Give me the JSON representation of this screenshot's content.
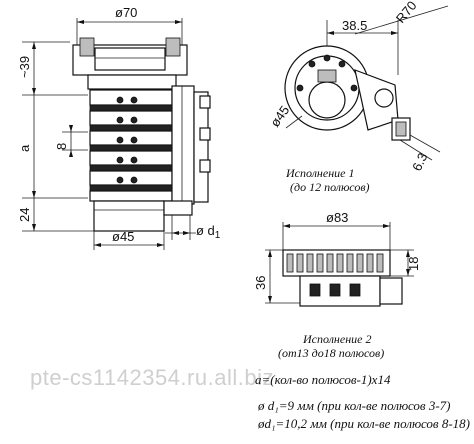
{
  "dims": {
    "top_width": "ø70",
    "height_top": "~39",
    "pitch": "a",
    "ring": "8",
    "bottom": "24",
    "shaft": "ø45",
    "wire": "ø d",
    "wire_sub": "1",
    "side_hole": "ø45",
    "offset": "38.5",
    "radius": "R70",
    "slot": "6.3",
    "v2_width": "ø83",
    "v2_height": "36",
    "v2_ring": "18"
  },
  "captions": {
    "v1_line1": "Исполнение 1",
    "v1_line2": "(до 12 полюсов)",
    "v2_line1": "Исполнение 2",
    "v2_line2": "(от13 до18 полюсов)"
  },
  "formulas": {
    "line1": "a=(кол-во полюсов-1)x14",
    "line2": "ø d₁=9 мм (при кол-ве полюсов 3-7)",
    "line3": "ød₁=10,2 мм (при кол-ве полюсов 8-18)"
  },
  "watermark": "pte-cs1142354.ru.all.biz"
}
